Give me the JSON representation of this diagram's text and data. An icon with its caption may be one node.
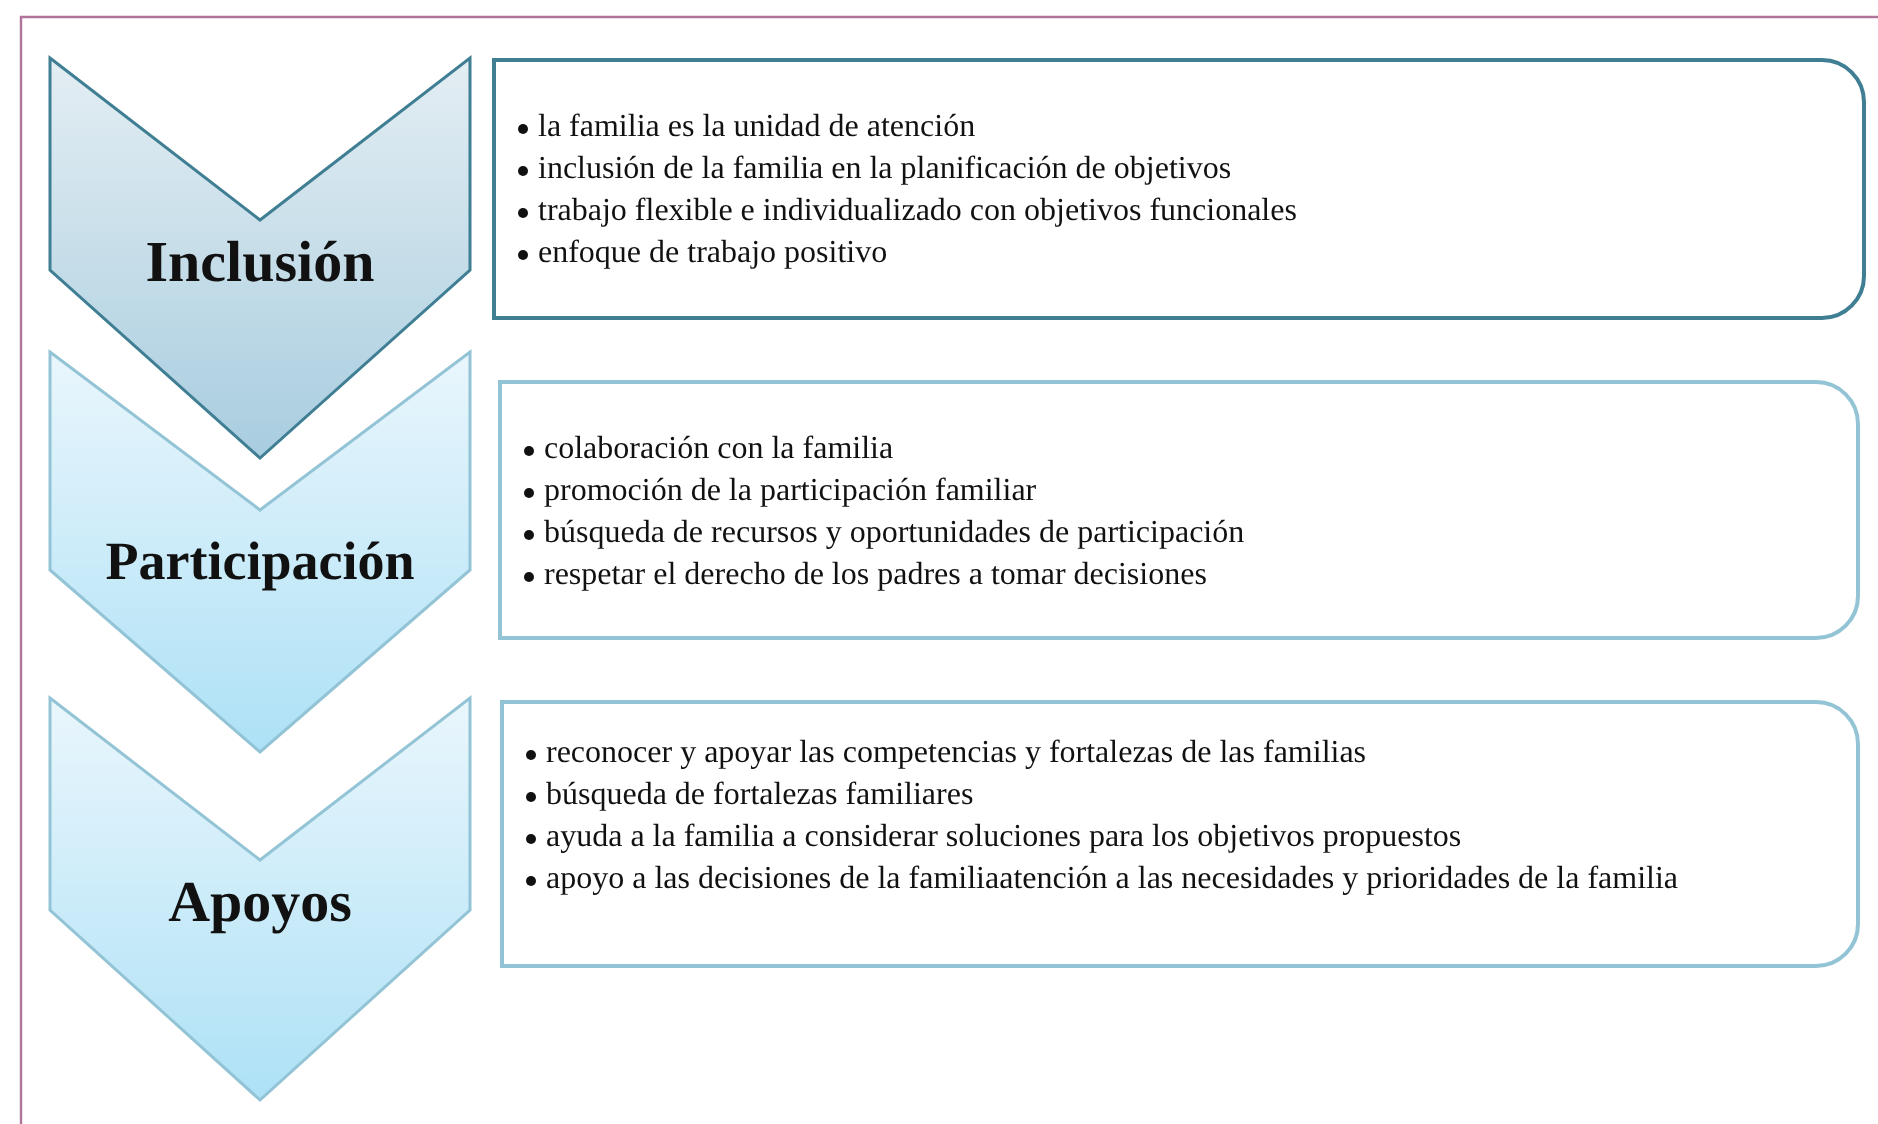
{
  "diagram": {
    "nodes": [
      {
        "text": [
          "Inclusión"
        ]
      },
      {
        "text": [
          "la familia es la unidad de atención",
          "inclusión de la familia en la planificación de objetivos",
          "trabajo flexible e individualizado con objetivos funcionales",
          "enfoque de trabajo positivo"
        ]
      },
      {
        "text": [
          "Participación"
        ]
      },
      {
        "text": [
          "colaboración con la familia",
          "promoción de la participación familiar",
          "búsqueda de recursos y oportunidades de participación",
          "respetar el derecho de los padres a tomar decisiones"
        ]
      },
      {
        "text": [
          "Apoyos"
        ]
      },
      {
        "text": [
          "reconocer y apoyar las competencias y fortalezas de las familias",
          "búsqueda de fortalezas familiares",
          "ayuda a la familia a considerar soluciones para los objetivos propuestos",
          "apoyo a las decisiones de la familiaatención a las necesidades y prioridades de la familia"
        ]
      }
    ]
  }
}
